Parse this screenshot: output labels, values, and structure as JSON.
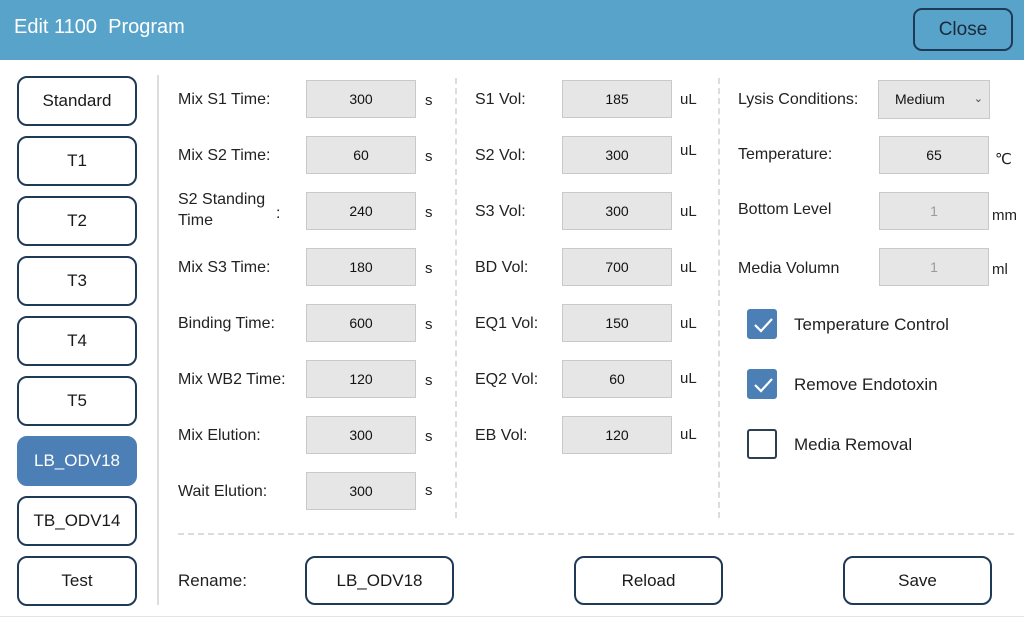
{
  "window": {
    "title": "Edit 1100  Program",
    "close_label": "Close"
  },
  "sidebar": {
    "items": [
      {
        "label": "Standard",
        "active": false
      },
      {
        "label": "T1",
        "active": false
      },
      {
        "label": "T2",
        "active": false
      },
      {
        "label": "T3",
        "active": false
      },
      {
        "label": "T4",
        "active": false
      },
      {
        "label": "T5",
        "active": false
      },
      {
        "label": "LB_ODV18",
        "active": true
      },
      {
        "label": "TB_ODV14",
        "active": false
      },
      {
        "label": "Test",
        "active": false
      }
    ]
  },
  "times": [
    {
      "label": "Mix S1 Time:",
      "value": "300",
      "unit": "s"
    },
    {
      "label": "Mix S2 Time:",
      "value": "60",
      "unit": "s"
    },
    {
      "label_line1": "S2 Standing",
      "label_line2": "Time",
      "colon": ":",
      "value": "240",
      "unit": "s"
    },
    {
      "label": "Mix S3 Time:",
      "value": "180",
      "unit": "s"
    },
    {
      "label": "Binding Time:",
      "value": "600",
      "unit": "s"
    },
    {
      "label": "Mix WB2 Time:",
      "value": "120",
      "unit": "s"
    },
    {
      "label": "Mix Elution:",
      "value": "300",
      "unit": "s"
    },
    {
      "label": "Wait Elution:",
      "value": "300",
      "unit": "s"
    }
  ],
  "volumes": [
    {
      "label": "S1 Vol:",
      "value": "185",
      "unit": "uL"
    },
    {
      "label": "S2 Vol:",
      "value": "300",
      "unit": "uL"
    },
    {
      "label": "S3 Vol:",
      "value": "300",
      "unit": "uL"
    },
    {
      "label": "BD Vol:",
      "value": "700",
      "unit": "uL"
    },
    {
      "label": "EQ1 Vol:",
      "value": "150",
      "unit": "uL"
    },
    {
      "label": "EQ2 Vol:",
      "value": "60",
      "unit": "uL"
    },
    {
      "label": "EB Vol:",
      "value": "120",
      "unit": "uL"
    }
  ],
  "settings": {
    "lysis": {
      "label": "Lysis Conditions:",
      "value": "Medium"
    },
    "temperature": {
      "label": "Temperature:",
      "value": "65",
      "unit": "℃"
    },
    "bottom_level": {
      "label": "Bottom Level",
      "value": "1",
      "unit": "mm"
    },
    "media_volumn": {
      "label": "Media Volumn",
      "value": "1",
      "unit": "ml"
    }
  },
  "checkboxes": [
    {
      "label": "Temperature Control",
      "checked": true
    },
    {
      "label": "Remove Endotoxin",
      "checked": true
    },
    {
      "label": "Media Removal",
      "checked": false
    }
  ],
  "footer": {
    "rename_label": "Rename:",
    "rename_value": "LB_ODV18",
    "reload_label": "Reload",
    "save_label": "Save"
  },
  "colors": {
    "titlebar": "#58a3c9",
    "active_button": "#4b7fb5",
    "border_dark": "#1f3a56",
    "field_bg": "#e6e6e6"
  }
}
